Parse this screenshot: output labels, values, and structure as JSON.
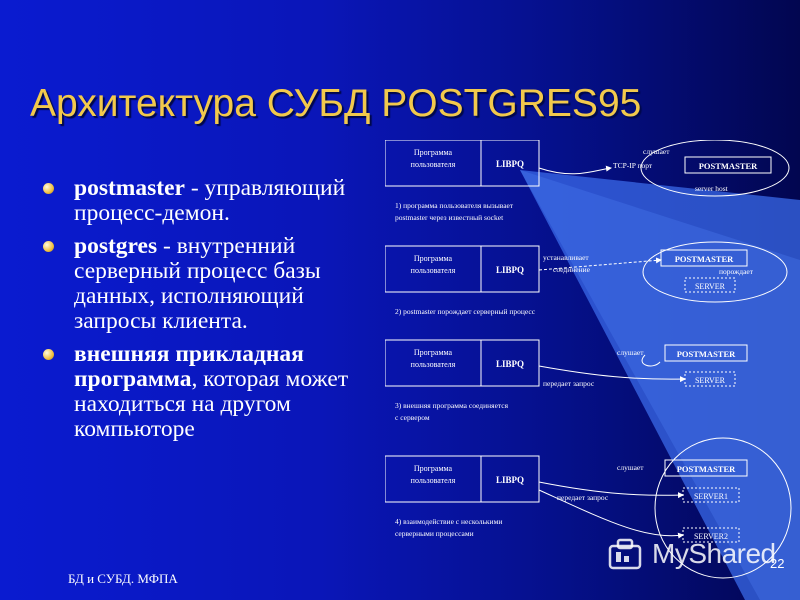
{
  "slide": {
    "title": "Архитектура СУБД POSTGRES95",
    "bullets": [
      {
        "bold": "postmaster",
        "text": " - управляющий процесс-демон."
      },
      {
        "bold": "postgres",
        "text": " - внутренний серверный процесс базы данных, исполняющий запросы клиента."
      },
      {
        "bold": "внешняя прикладная программа",
        "text": ", которая может находиться на другом компьюторе"
      }
    ],
    "footer": "БД и СУБД. МФПА",
    "page_number": "22"
  },
  "diagram": {
    "prog_label_1": "Программа",
    "prog_label_2": "пользователя",
    "libpq": "LIBPQ",
    "postmaster": "POSTMASTER",
    "server": "SERVER",
    "server1": "SERVER1",
    "server2": "SERVER2",
    "step1_a": "1) программа пользователя вызывает",
    "step1_b": "postmaster через известный socket",
    "step2": "2) postmaster порождает серверный процесс",
    "step3_a": "3) внешняя программа соединяется",
    "step3_b": "с сервером",
    "step4_a": "4) взаимодействие с несколькими",
    "step4_b": "серверными процессами",
    "listens": "слушает",
    "tcp_port": "TCP-IP порт",
    "server_host": "server host",
    "establishes_1": "устанавливает",
    "establishes_2": "соединение",
    "spawns": "порождает",
    "sends_query": "передает запрос"
  },
  "watermark": {
    "text": "MyShared"
  },
  "colors": {
    "title": "#f2c94c",
    "background": "#0a16b8",
    "beam": "#3a6ae8"
  }
}
